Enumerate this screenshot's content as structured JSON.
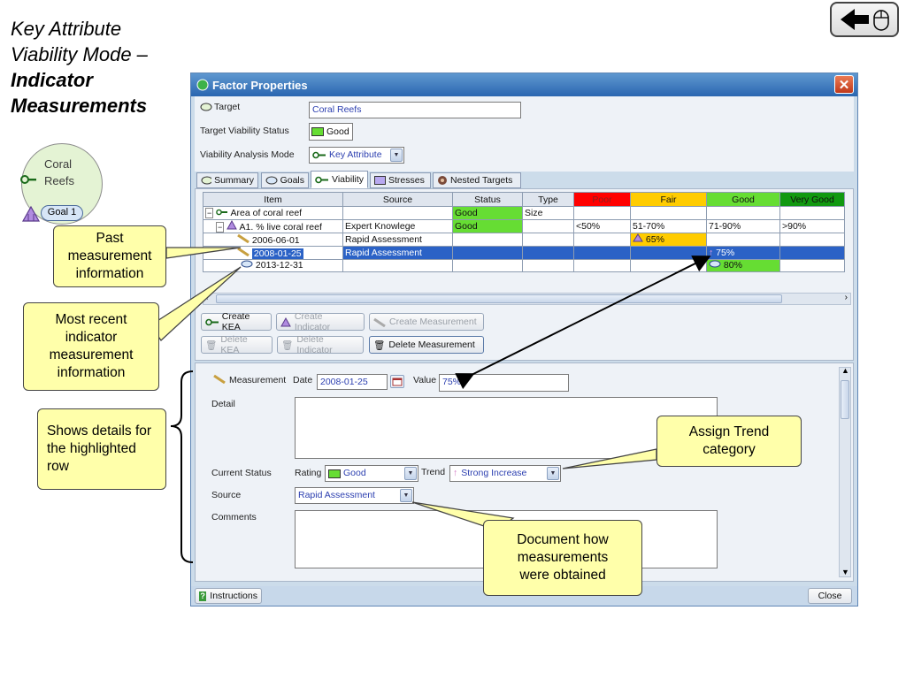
{
  "slide": {
    "title_line1": "Key Attribute",
    "title_line2": "Viability Mode –",
    "title_line3": "Indicator",
    "title_line4": "Measurements"
  },
  "diagram": {
    "target_line1": "Coral",
    "target_line2": "Reefs",
    "goal_label": "Goal 1"
  },
  "callouts": {
    "past": "Past measurement information",
    "recent": "Most recent indicator measurement information",
    "details": "Shows details for the highlighted row",
    "trend": "Assign Trend category",
    "document": "Document how measurements were obtained"
  },
  "dialog": {
    "title": "Factor Properties",
    "target_label": "Target",
    "target_value": "Coral Reefs",
    "status_label": "Target Viability Status",
    "status_value": "Good",
    "mode_label": "Viability Analysis Mode",
    "mode_value": "Key Attribute",
    "tabs": [
      "Summary",
      "Goals",
      "Viability",
      "Stresses",
      "Nested Targets"
    ],
    "grid_headers": [
      "Item",
      "Source",
      "Status",
      "Type",
      "Poor",
      "Fair",
      "Good",
      "Very Good"
    ],
    "rows": [
      {
        "item": "Area of coral reef",
        "source": "",
        "status": "Good",
        "type": "Size",
        "poor": "",
        "fair": "",
        "good": "",
        "vgood": ""
      },
      {
        "item": "A1. % live coral reef",
        "source": "Expert Knowlege",
        "status": "Good",
        "type": "",
        "poor": "<50%",
        "fair": "51-70%",
        "good": "71-90%",
        "vgood": ">90%"
      },
      {
        "item": "2006-06-01",
        "source": "Rapid Assessment",
        "status": "",
        "type": "",
        "poor": "",
        "fair": "65%",
        "good": "",
        "vgood": ""
      },
      {
        "item": "2008-01-25",
        "source": "Rapid Assessment",
        "status": "",
        "type": "",
        "poor": "",
        "fair": "",
        "good": "75%",
        "vgood": ""
      },
      {
        "item": "2013-12-31",
        "source": "",
        "status": "",
        "type": "",
        "poor": "",
        "fair": "",
        "good": "80%",
        "vgood": ""
      }
    ],
    "buttons": {
      "create_kea": "Create KEA",
      "create_indicator": "Create Indicator",
      "create_measurement": "Create Measurement",
      "delete_kea": "Delete KEA",
      "delete_indicator": "Delete Indicator",
      "delete_measurement": "Delete Measurement"
    },
    "detail": {
      "measurement_label": "Measurement",
      "date_label": "Date",
      "date_value": "2008-01-25",
      "value_label": "Value",
      "value_value": "75%",
      "detail_label": "Detail",
      "current_status_label": "Current Status",
      "rating_label": "Rating",
      "rating_value": "Good",
      "trend_label": "Trend",
      "trend_value": "Strong Increase",
      "source_label": "Source",
      "source_value": "Rapid Assessment",
      "comments_label": "Comments"
    },
    "footer": {
      "instructions": "Instructions",
      "close": "Close"
    }
  },
  "colors": {
    "poor": "#ff0000",
    "fair": "#ffcc00",
    "good": "#66dd33",
    "very_good": "#119911",
    "callout_fill": "#ffffaa",
    "selection": "#2b62c6",
    "titlebar": "#2a66b0"
  },
  "icons": [
    "back-arrow-icon",
    "mouse-icon",
    "kea-key-icon",
    "indicator-triangle-icon",
    "measurement-ruler-icon",
    "goal-oval-icon",
    "trash-icon",
    "calendar-icon",
    "trend-up-arrow-icon",
    "help-icon",
    "close-icon"
  ]
}
